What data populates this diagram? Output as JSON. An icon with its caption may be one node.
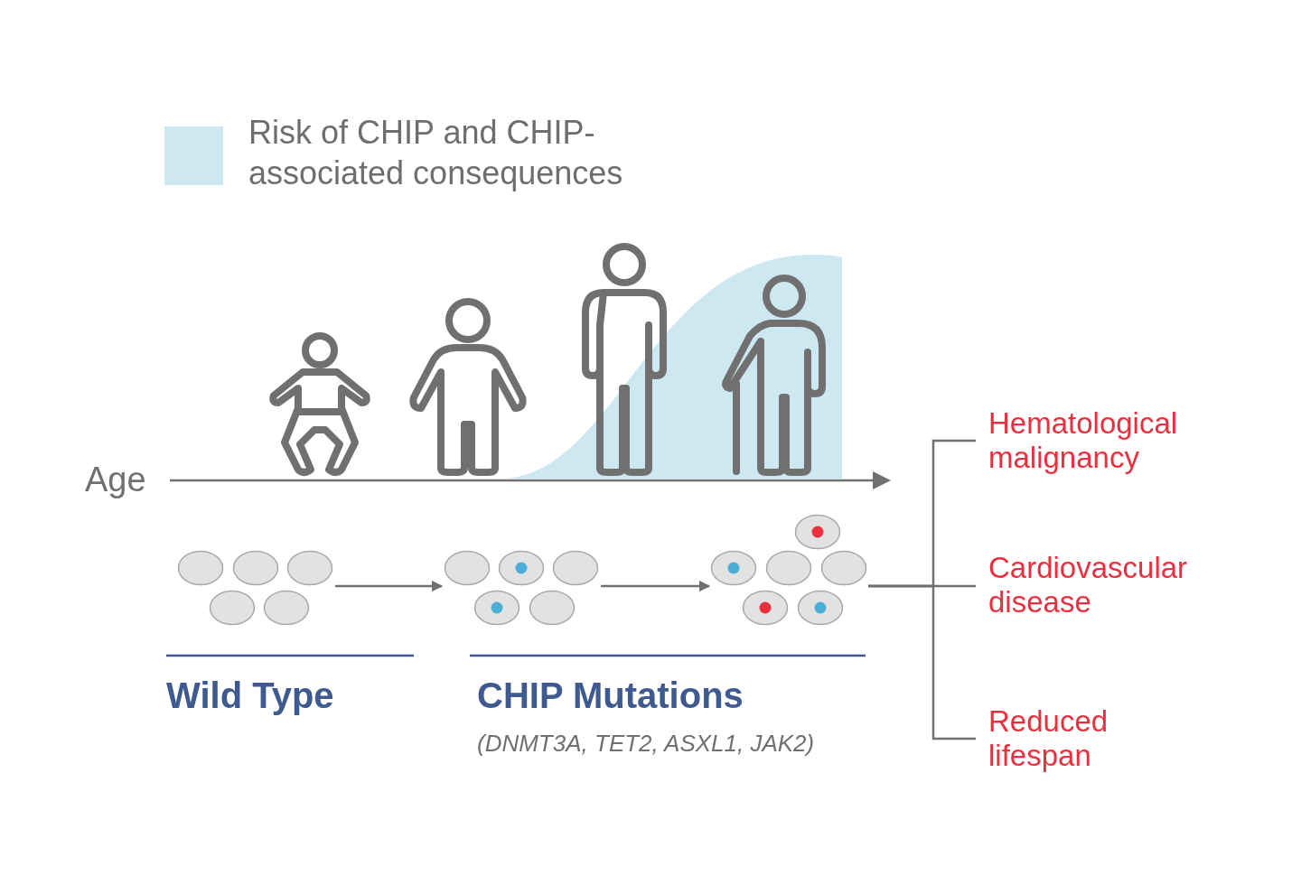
{
  "diagram": {
    "nodes": [
      {
        "text": [],
        "shape": "picture"
      },
      {
        "text": [],
        "shape": "picture"
      },
      {
        "text": [],
        "shape": "picture"
      },
      {
        "text": [
          "Hematological malignancy"
        ]
      },
      {
        "text": [
          "Cardiovascular disease"
        ]
      },
      {
        "text": [
          "Reduced lifespan"
        ]
      }
    ],
    "edges": [
      {
        "from": 0,
        "to": 1,
        "arrow": "to"
      },
      {
        "from": 1,
        "to": 2,
        "arrow": "to"
      },
      {
        "from": 2,
        "to": 3,
        "arrow": "none"
      },
      {
        "from": 2,
        "to": 4,
        "arrow": "none"
      },
      {
        "from": 2,
        "to": 5,
        "arrow": "none"
      }
    ],
    "labels": [
      "Age",
      "Wild Type",
      "CHIP Mutations",
      "(DNMT3A, TET2, ASXL1, JAK2)"
    ],
    "legend": [
      {
        "text": "Risk of CHIP and CHIP-associated consequences",
        "color": "#cde8f1"
      }
    ]
  }
}
